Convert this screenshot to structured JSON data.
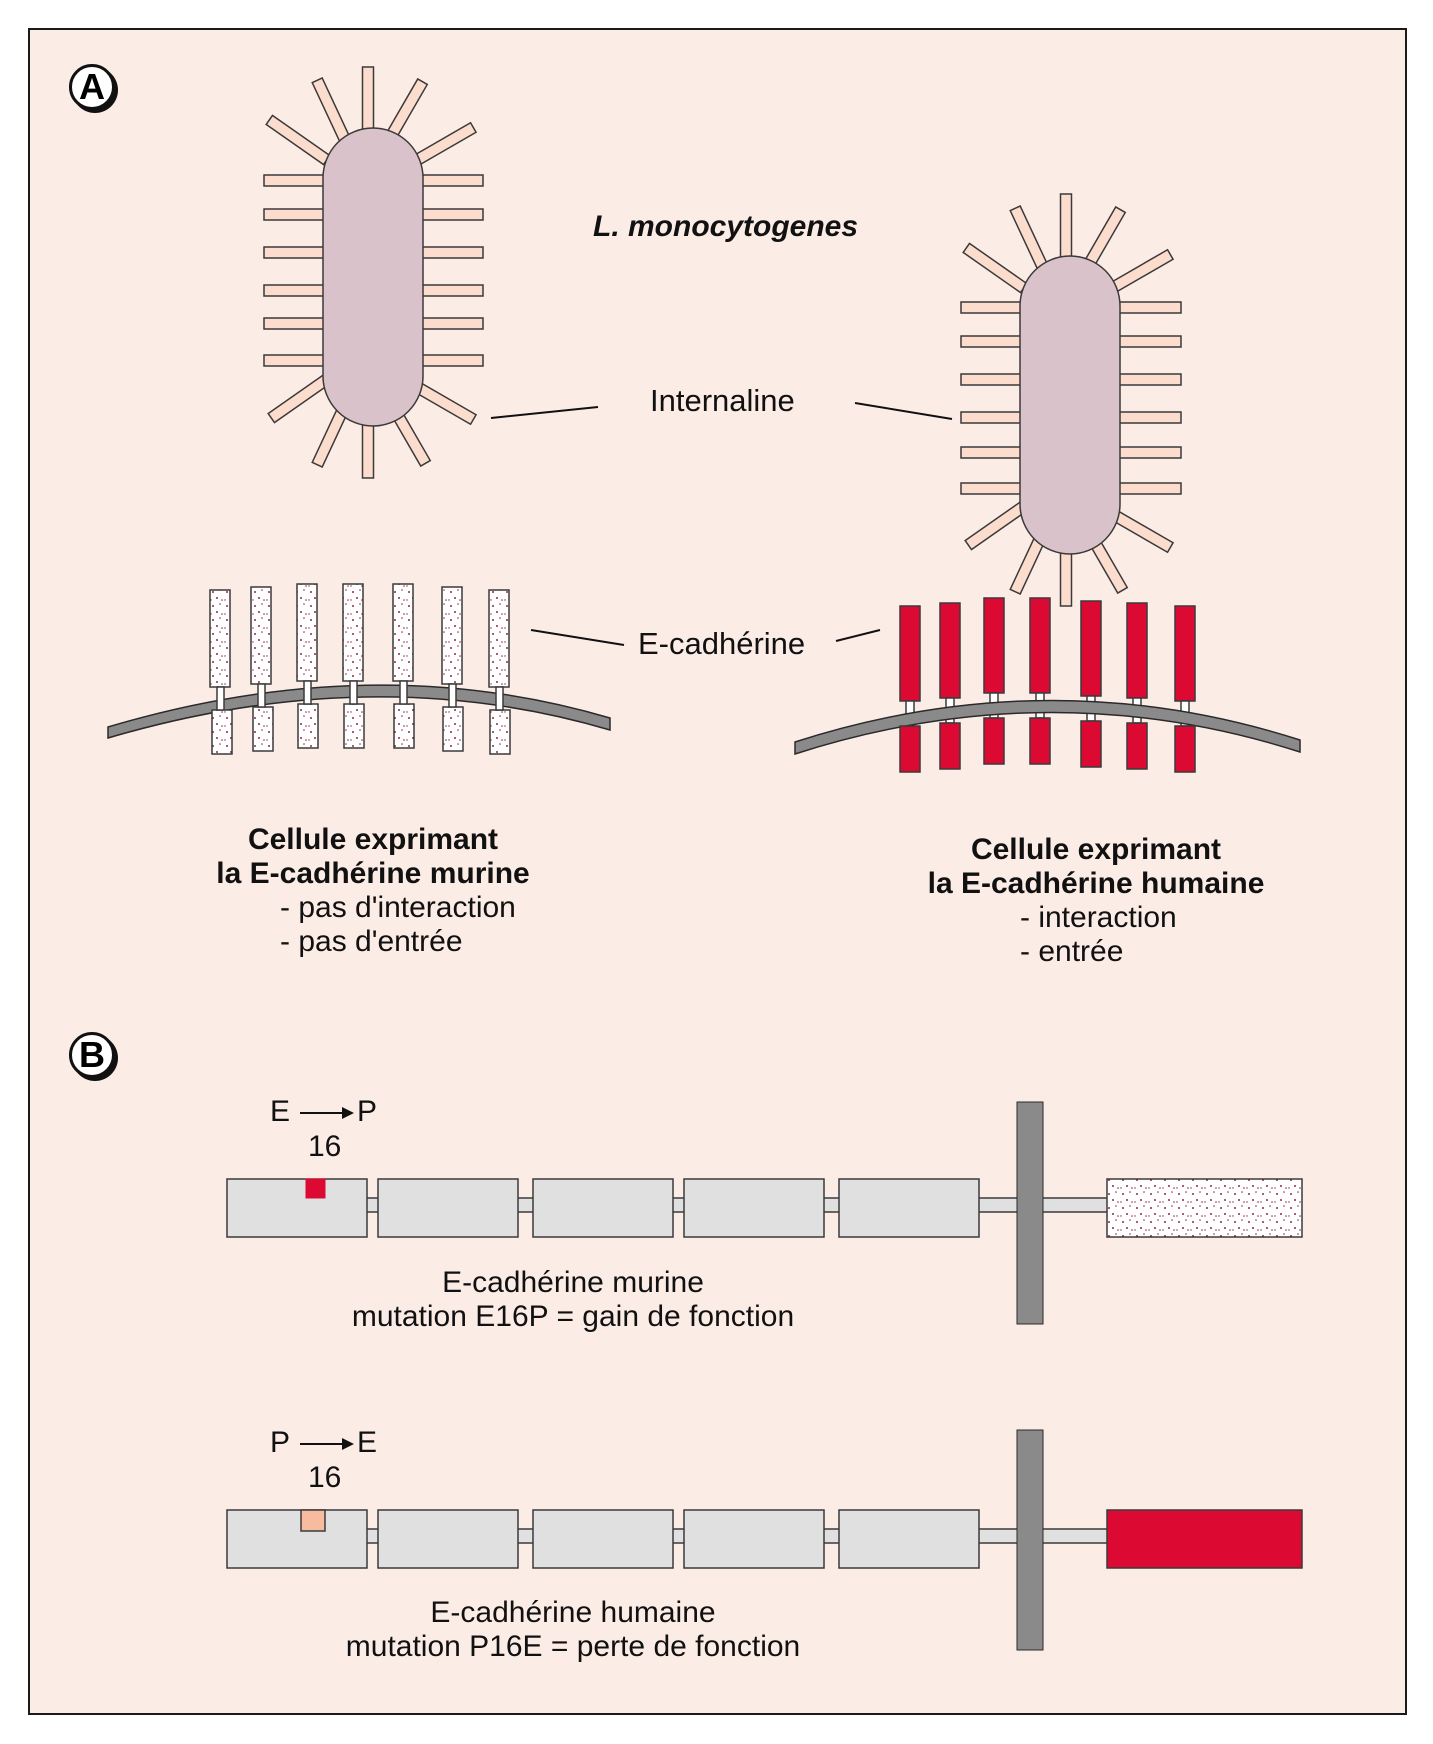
{
  "panel_a": {
    "badge": "A",
    "species": "L. monocytogenes",
    "internalin_label": "Internaline",
    "ecadherin_label": "E-cadhérine",
    "left_caption": {
      "line1": "Cellule exprimant",
      "line2": "la E-cadhérine murine",
      "bullet1": "- pas d'interaction",
      "bullet2": "- pas d'entrée"
    },
    "right_caption": {
      "line1": "Cellule exprimant",
      "line2": "la E-cadhérine humaine",
      "bullet1": "- interaction",
      "bullet2": "- entrée"
    }
  },
  "panel_b": {
    "badge": "B",
    "murine": {
      "from": "E",
      "to": "P",
      "position": "16",
      "caption1": "E-cadhérine murine",
      "caption2": "mutation E16P = gain de fonction"
    },
    "human": {
      "from": "P",
      "to": "E",
      "position": "16",
      "caption1": "E-cadhérine humaine",
      "caption2": "mutation P16E = perte de fonction"
    }
  },
  "colors": {
    "background": "#fcece6",
    "bacterium": "#d9c2c9",
    "internalin": "#fcdccc",
    "human_cadherin": "#dc0a32",
    "murine_cadherin": "#ffffff",
    "mutation_murine": "#dc0a32",
    "mutation_human": "#f7bca0",
    "domain": "#e0e0e0",
    "membrane": "#8a8a8a"
  }
}
